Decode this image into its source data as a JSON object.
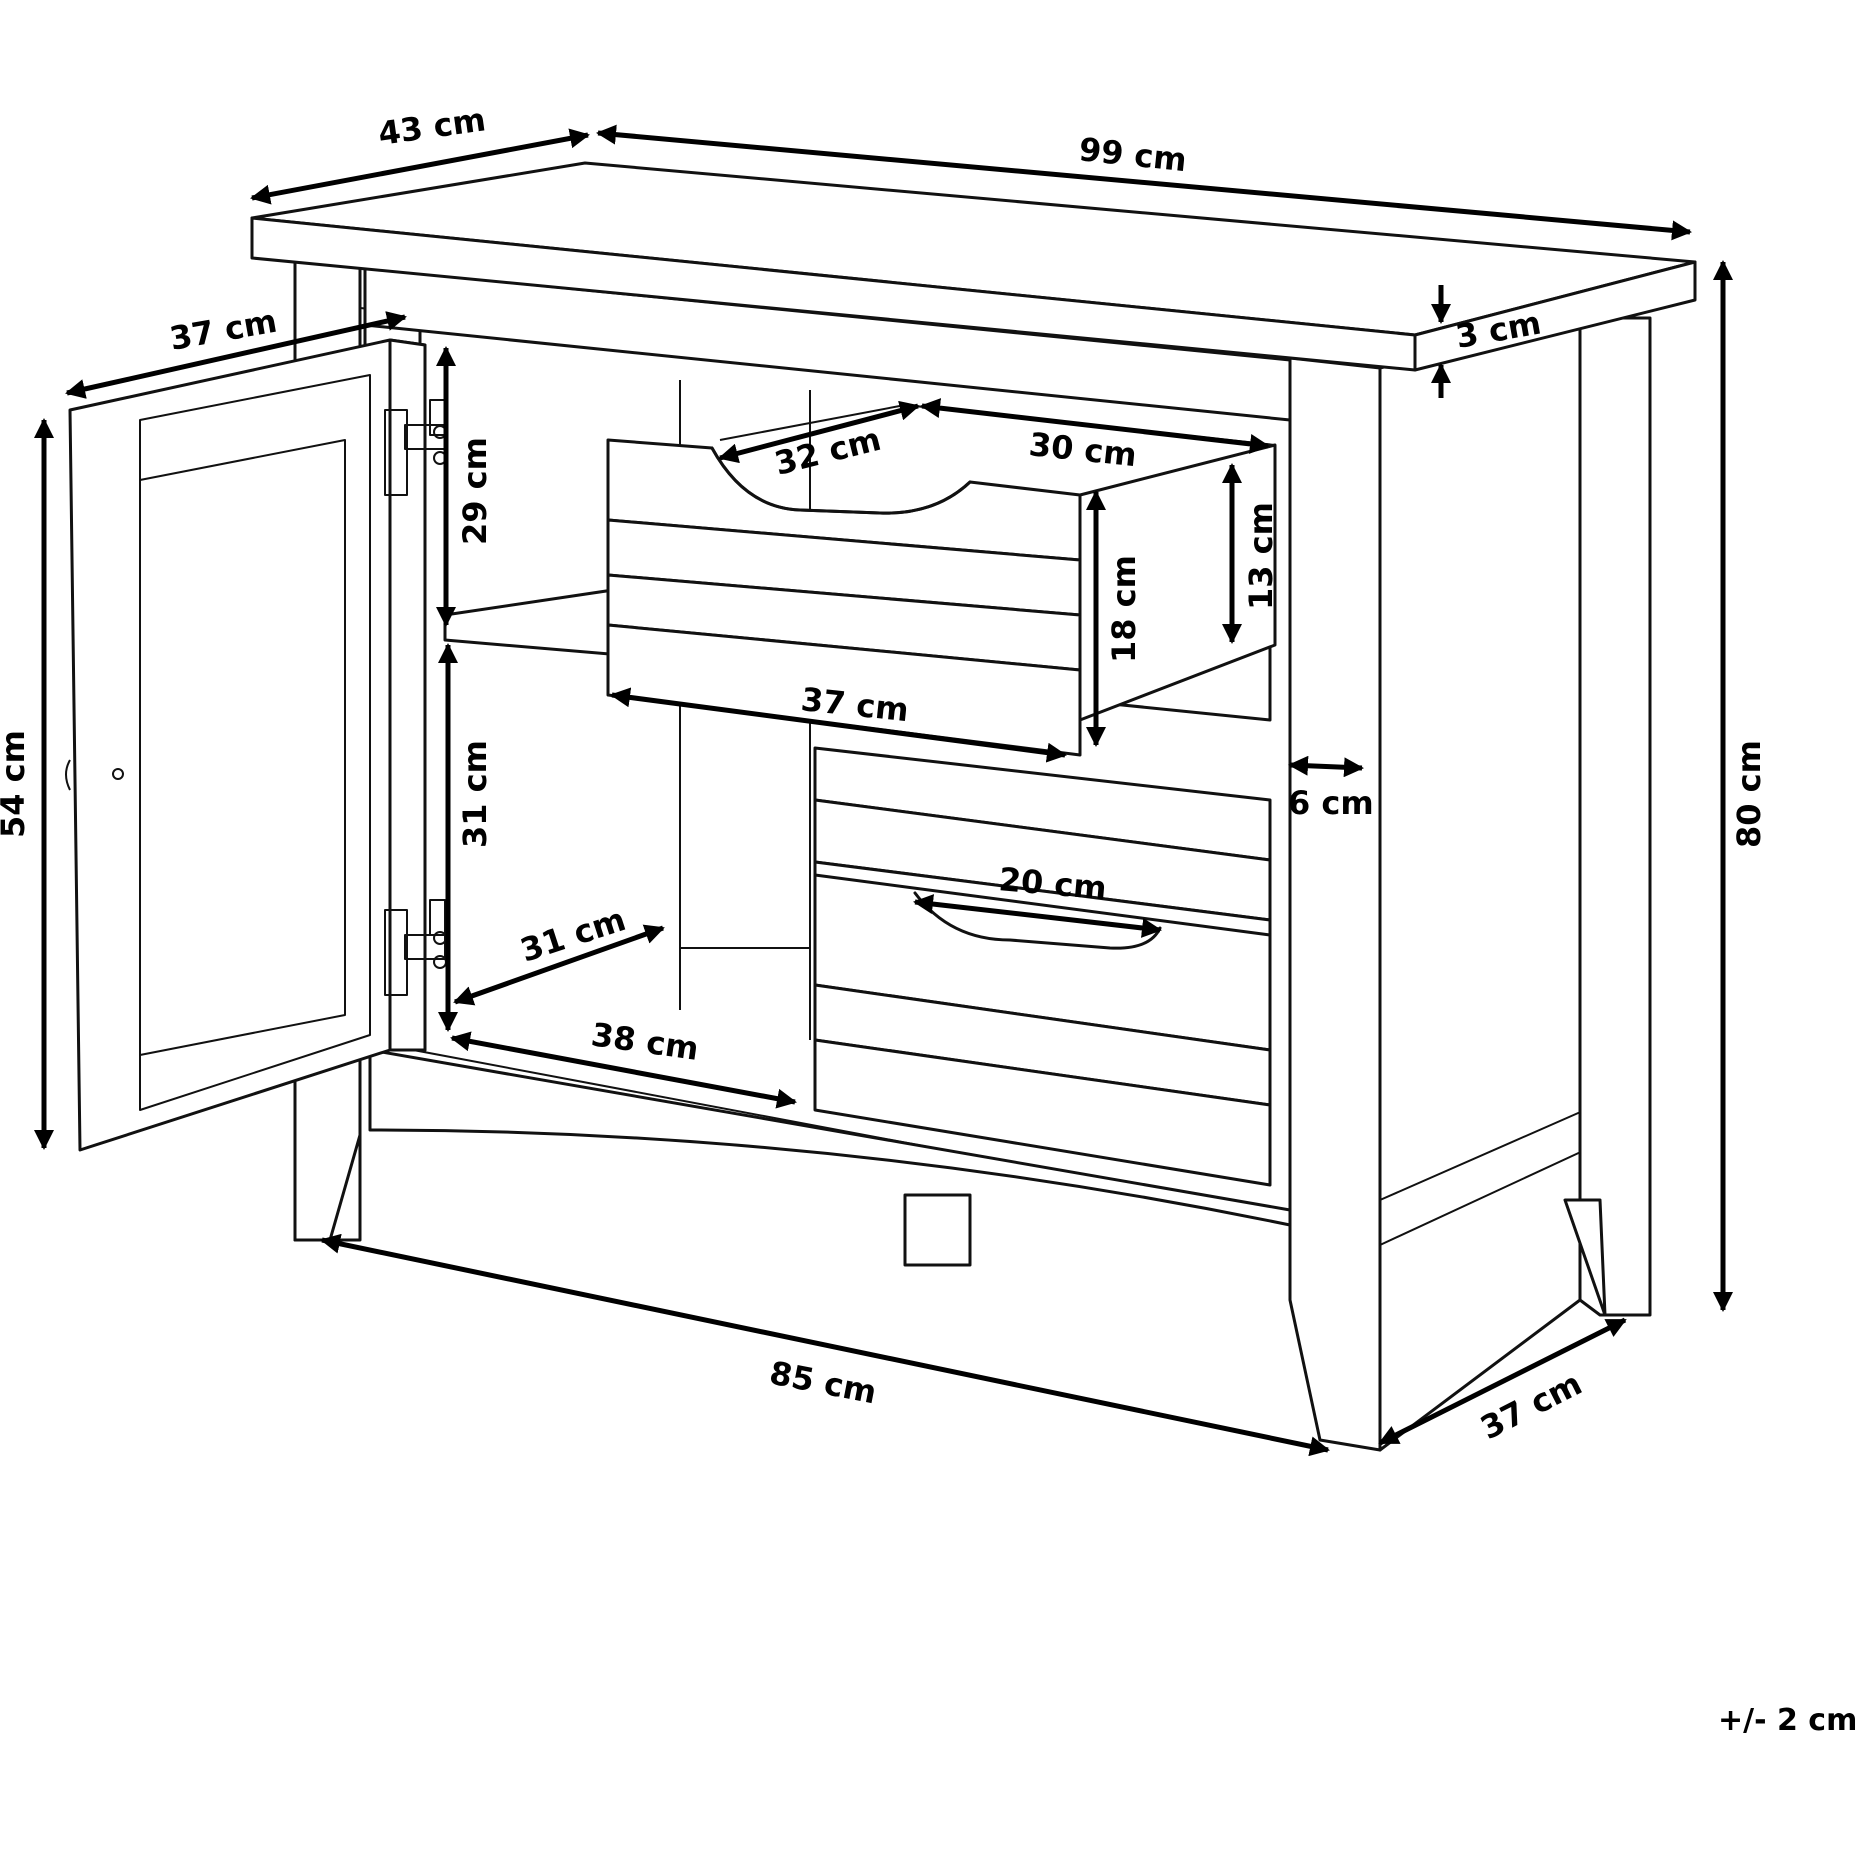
{
  "dimensions": {
    "top_depth": "43 cm",
    "top_width": "99 cm",
    "top_thickness": "3 cm",
    "door_width": "37 cm",
    "door_height": "54 cm",
    "upper_shelf_height": "29 cm",
    "lower_compartment_height": "31 cm",
    "lower_depth": "31 cm",
    "lower_width": "38 cm",
    "drawer_depth": "32 cm",
    "drawer_inner_width": "30 cm",
    "drawer_inner_height": "13 cm",
    "drawer_front_height": "18 cm",
    "drawer_front_width": "37 cm",
    "leg_offset": "6 cm",
    "handle_width": "20 cm",
    "total_height": "80 cm",
    "base_width": "85 cm",
    "base_depth": "37 cm"
  },
  "tolerance": "+/- 2 cm"
}
